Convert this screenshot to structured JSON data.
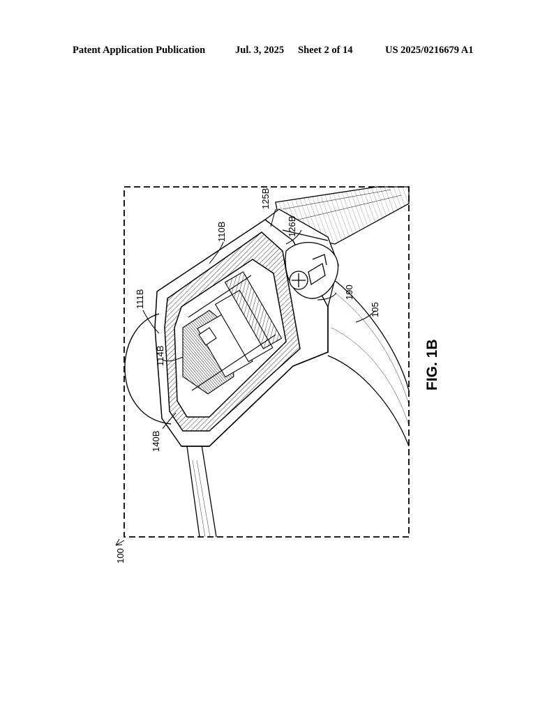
{
  "header": {
    "publication": "Patent Application Publication",
    "date": "Jul. 3, 2025",
    "sheet": "Sheet 2 of 14",
    "number": "US 2025/0216679 A1"
  },
  "figure": {
    "caption": "FIG. 1B",
    "labels": {
      "device": "100",
      "band": "105",
      "housing": "110B",
      "cover": "111B",
      "sensor": "114B",
      "edge": "140B",
      "clip": "125B",
      "hinge": "126B",
      "screw": "190"
    }
  }
}
